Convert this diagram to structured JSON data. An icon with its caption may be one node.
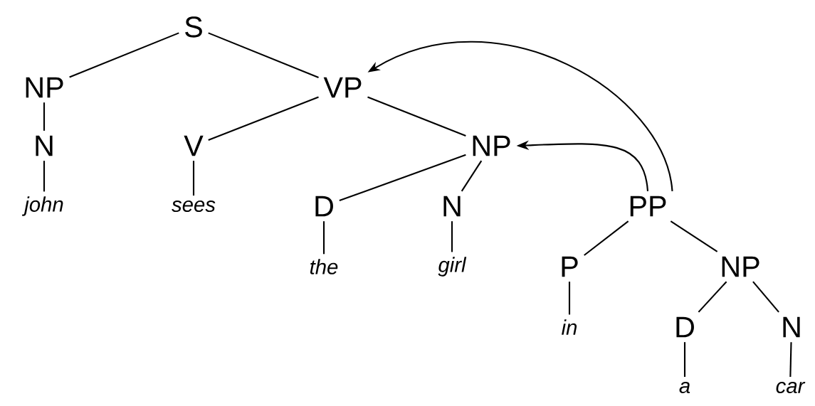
{
  "diagram": {
    "nodes": [
      {
        "text": [
          "S"
        ]
      },
      {
        "text": [
          "NP"
        ]
      },
      {
        "text": [
          "VP"
        ]
      },
      {
        "text": [
          "N"
        ]
      },
      {
        "text": [
          "john"
        ]
      },
      {
        "text": [
          "V"
        ]
      },
      {
        "text": [
          "sees"
        ]
      },
      {
        "text": [
          "NP"
        ]
      },
      {
        "text": [
          "D"
        ]
      },
      {
        "text": [
          "N"
        ]
      },
      {
        "text": [
          "the"
        ]
      },
      {
        "text": [
          "girl"
        ]
      },
      {
        "text": [
          "PP"
        ]
      },
      {
        "text": [
          "P"
        ]
      },
      {
        "text": [
          "NP"
        ]
      },
      {
        "text": [
          "in"
        ]
      },
      {
        "text": [
          "D"
        ]
      },
      {
        "text": [
          "N"
        ]
      },
      {
        "text": [
          "a"
        ]
      },
      {
        "text": [
          "car"
        ]
      }
    ],
    "edges": [
      {
        "from": 0,
        "to": 1,
        "arrow": "none"
      },
      {
        "from": 0,
        "to": 2,
        "arrow": "none"
      },
      {
        "from": 1,
        "to": 3,
        "arrow": "none"
      },
      {
        "from": 3,
        "to": 4,
        "arrow": "none"
      },
      {
        "from": 2,
        "to": 5,
        "arrow": "none"
      },
      {
        "from": 5,
        "to": 6,
        "arrow": "none"
      },
      {
        "from": 2,
        "to": 7,
        "arrow": "none"
      },
      {
        "from": 7,
        "to": 8,
        "arrow": "none"
      },
      {
        "from": 7,
        "to": 9,
        "arrow": "none"
      },
      {
        "from": 8,
        "to": 10,
        "arrow": "none"
      },
      {
        "from": 9,
        "to": 11,
        "arrow": "none"
      },
      {
        "from": 12,
        "to": 13,
        "arrow": "none"
      },
      {
        "from": 12,
        "to": 14,
        "arrow": "none"
      },
      {
        "from": 13,
        "to": 15,
        "arrow": "none"
      },
      {
        "from": 14,
        "to": 16,
        "arrow": "none"
      },
      {
        "from": 14,
        "to": 17,
        "arrow": "none"
      },
      {
        "from": 16,
        "to": 18,
        "arrow": "none"
      },
      {
        "from": 17,
        "to": 19,
        "arrow": "none"
      },
      {
        "from": 12,
        "to": 2,
        "arrow": "to"
      },
      {
        "from": 12,
        "to": 7,
        "arrow": "to"
      }
    ]
  }
}
